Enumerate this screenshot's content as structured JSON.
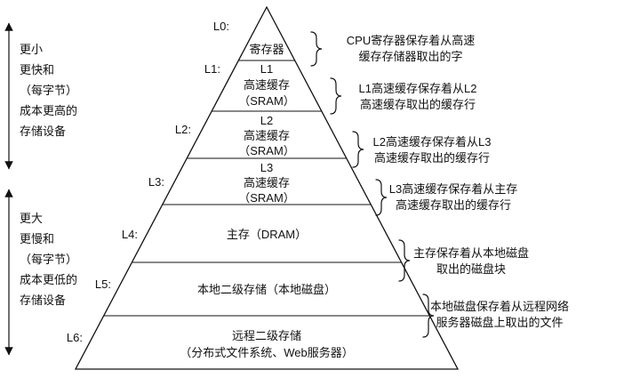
{
  "colors": {
    "ink": "#111111",
    "background": "#ffffff"
  },
  "left_panel": {
    "top": [
      "更小",
      "更快和",
      "（每字节）",
      "成本更高的",
      "存储设备"
    ],
    "bottom": [
      "更大",
      "更慢和",
      "（每字节）",
      "成本更低的",
      "存储设备"
    ]
  },
  "pyramid": {
    "levels": [
      {
        "label": "L0:",
        "lines": [
          "寄存器"
        ]
      },
      {
        "label": "L1:",
        "lines": [
          "L1",
          "高速缓存",
          "（SRAM）"
        ]
      },
      {
        "label": "L2:",
        "lines": [
          "L2",
          "高速缓存",
          "（SRAM）"
        ]
      },
      {
        "label": "L3:",
        "lines": [
          "L3",
          "高速缓存",
          "（SRAM）"
        ]
      },
      {
        "label": "L4:",
        "lines": [
          "主存（DRAM）"
        ]
      },
      {
        "label": "L5:",
        "lines": [
          "本地二级存储（本地磁盘）"
        ]
      },
      {
        "label": "L6:",
        "lines": [
          "远程二级存储",
          "（分布式文件系统、Web服务器）"
        ]
      }
    ]
  },
  "annotations": [
    {
      "lines": [
        "CPU寄存器保存着从高速",
        "缓存存储器取出的字"
      ]
    },
    {
      "lines": [
        "L1高速缓存保存着从L2",
        "高速缓存取出的缓存行"
      ]
    },
    {
      "lines": [
        "L2高速缓存保存着从L3",
        "高速缓存取出的缓存行"
      ]
    },
    {
      "lines": [
        "L3高速缓存保存着从主存",
        "高速缓存取出的缓存行"
      ]
    },
    {
      "lines": [
        "主存保存着从本地磁盘",
        "取出的磁盘块"
      ]
    },
    {
      "lines": [
        "本地磁盘保存着从远程网络",
        "服务器磁盘上取出的文件"
      ]
    }
  ]
}
